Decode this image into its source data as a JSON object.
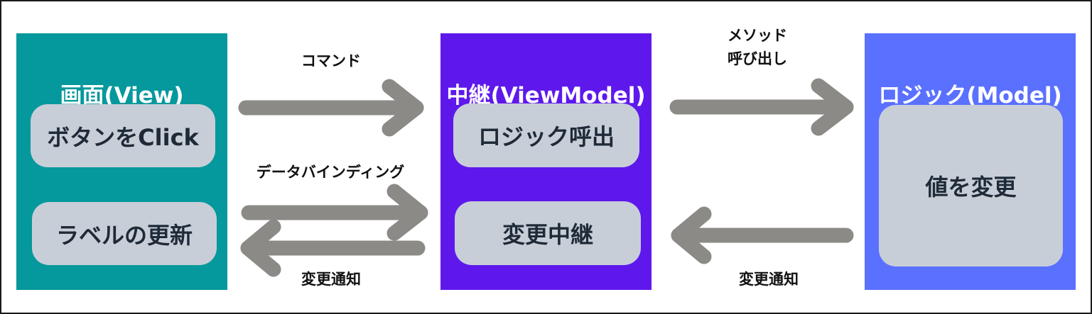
{
  "colors": {
    "view": "#05989c",
    "viewmodel": "#5e18ec",
    "model": "#5a70ff",
    "chip": "#c8ced8",
    "arrow": "#8c8a86"
  },
  "view_panel": {
    "title": "画面(View)",
    "chip1": "ボタンをClick",
    "chip2": "ラベルの更新"
  },
  "viewmodel_panel": {
    "title": "中継(ViewModel)",
    "chip1": "ロジック呼出",
    "chip2": "変更中継"
  },
  "model_panel": {
    "title": "ロジック(Model)",
    "chip1": "値を変更"
  },
  "arrows": {
    "command": "コマンド",
    "method_call_line1": "メソッド",
    "method_call_line2": "呼び出し",
    "data_binding": "データバインディング",
    "change_notify_left": "変更通知",
    "change_notify_right": "変更通知"
  }
}
